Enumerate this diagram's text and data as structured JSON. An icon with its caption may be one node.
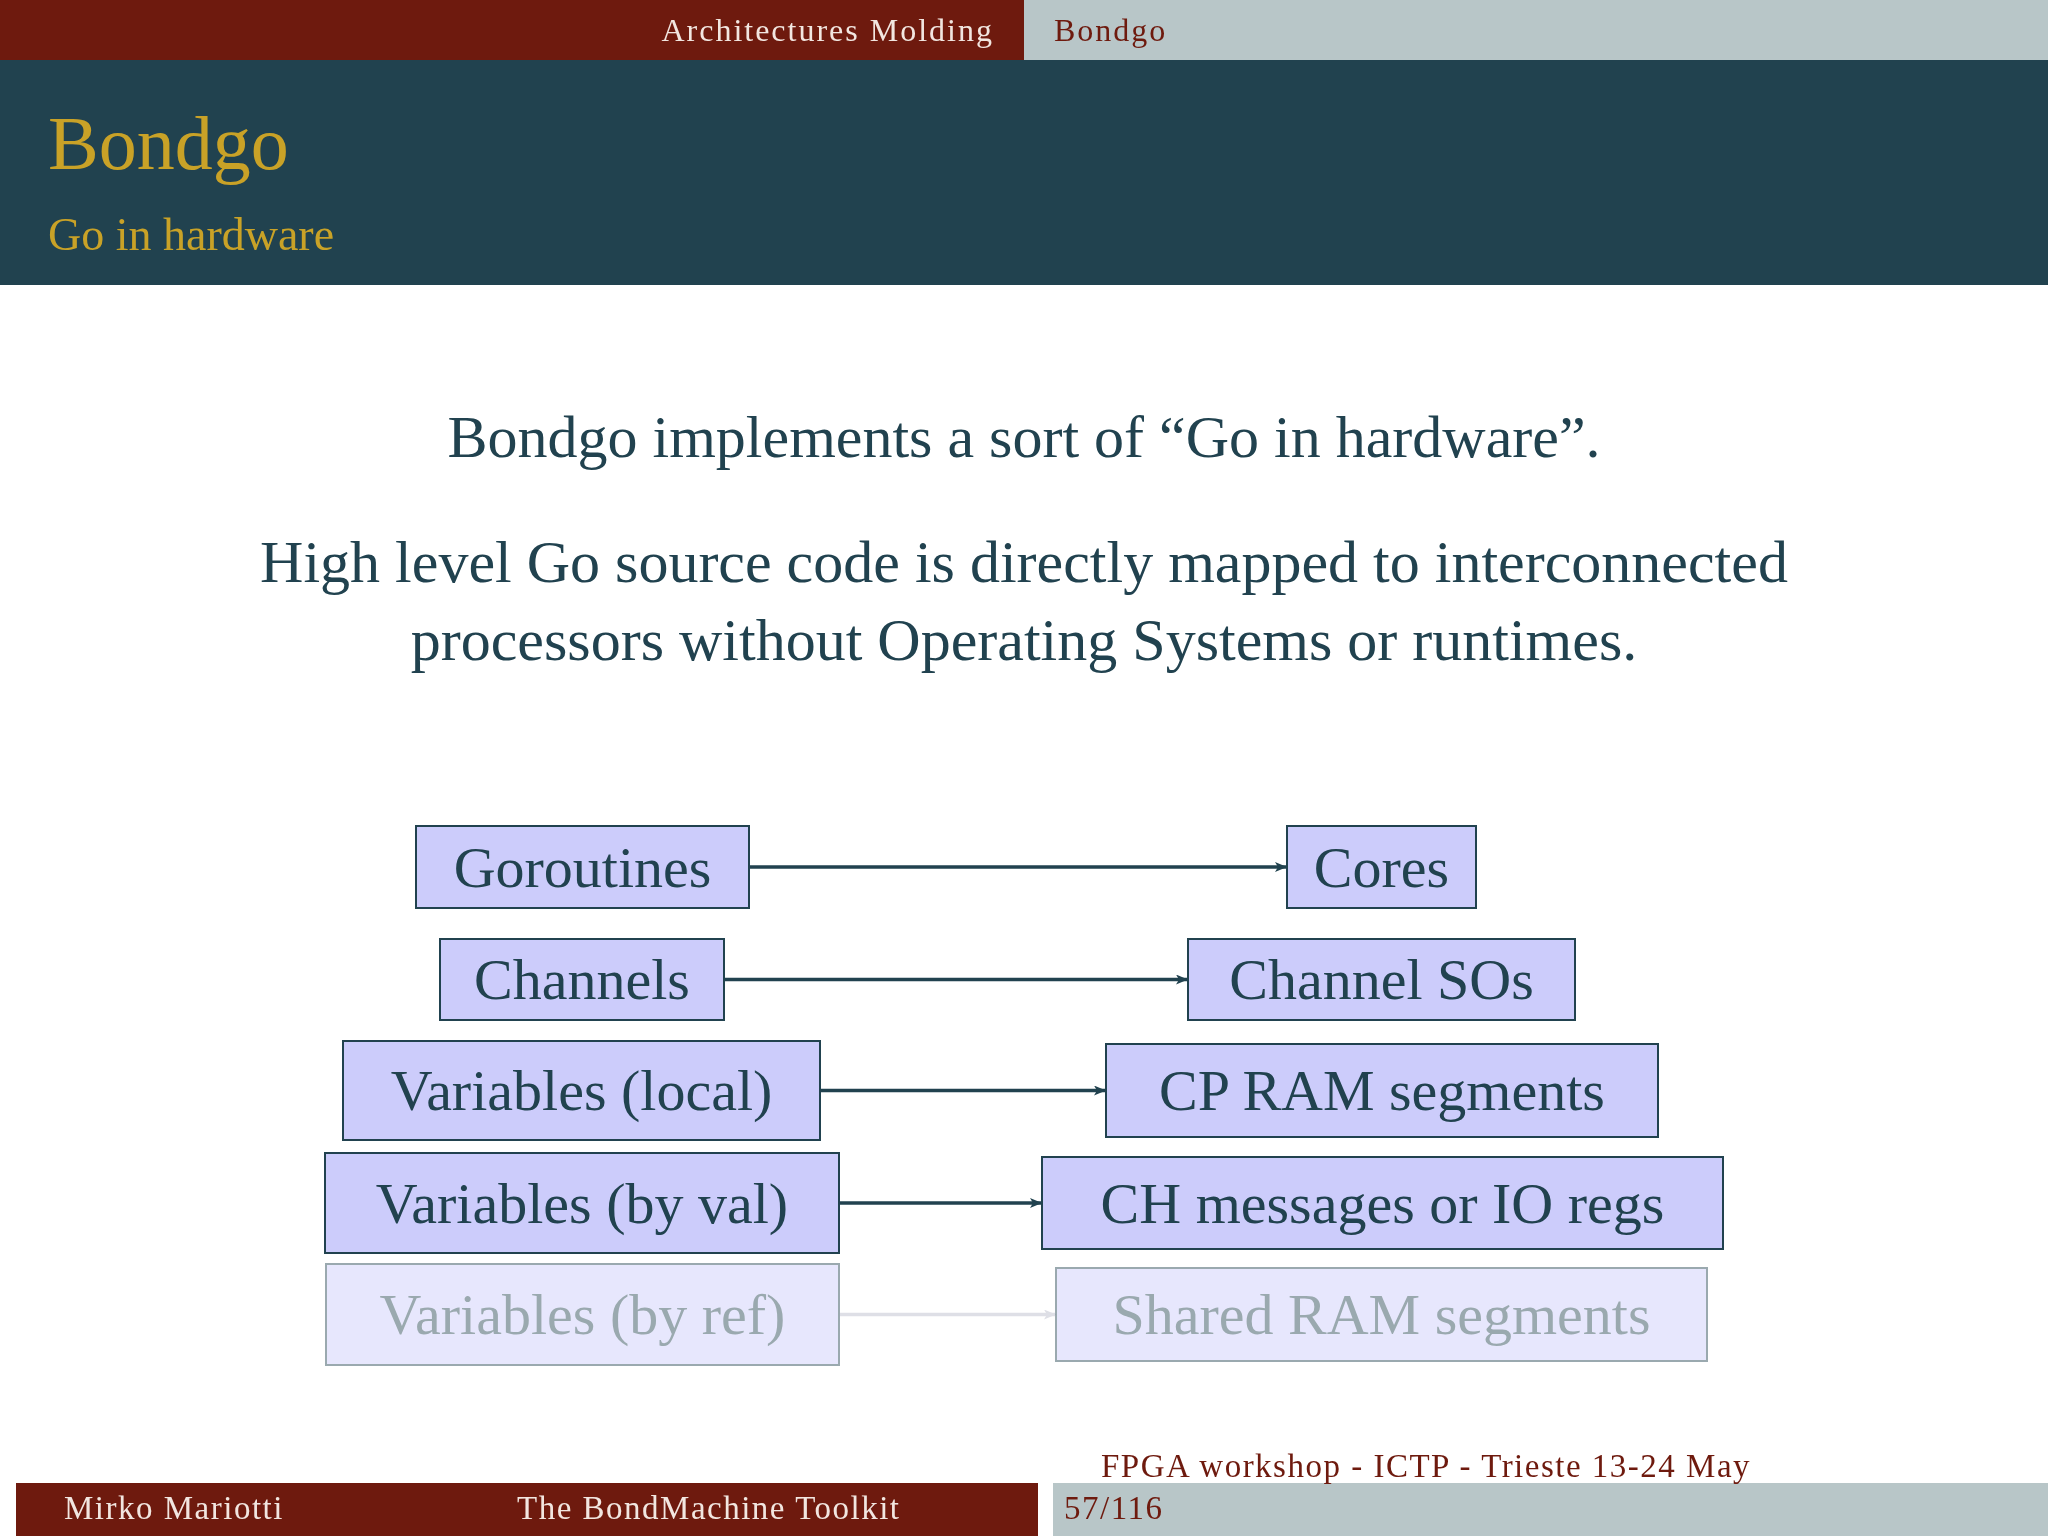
{
  "diagram": {
    "title": "Bondgo",
    "nodes": [
      {
        "text": [
          "Goroutines"
        ]
      },
      {
        "text": [
          "Cores"
        ]
      },
      {
        "text": [
          "Channels"
        ]
      },
      {
        "text": [
          "Channel SOs"
        ]
      },
      {
        "text": [
          "Variables (local)"
        ]
      },
      {
        "text": [
          "CP RAM segments"
        ]
      },
      {
        "text": [
          "Variables (by val)"
        ]
      },
      {
        "text": [
          "CH messages or IO regs"
        ]
      },
      {
        "text": [
          "Variables (by ref)"
        ]
      },
      {
        "text": [
          "Shared RAM segments"
        ]
      }
    ],
    "edges": [
      {
        "from": 0,
        "to": 1,
        "arrow": "to"
      },
      {
        "from": 2,
        "to": 3,
        "arrow": "to"
      },
      {
        "from": 4,
        "to": 5,
        "arrow": "to"
      },
      {
        "from": 6,
        "to": 7,
        "arrow": "to"
      },
      {
        "from": 8,
        "to": 9,
        "arrow": "to",
        "color": "#dedfe6"
      }
    ],
    "labels": [
      "Architectures Molding",
      "Bondgo",
      "Go in hardware",
      "Bondgo implements a sort of “Go in hardware”.",
      "High level Go source code is directly mapped to interconnected processors without Operating Systems or runtimes.",
      "Mirko Mariotti",
      "The BondMachine Toolkit",
      "FPGA workshop - ICTP - Trieste 13-24 May",
      "57/116"
    ]
  }
}
